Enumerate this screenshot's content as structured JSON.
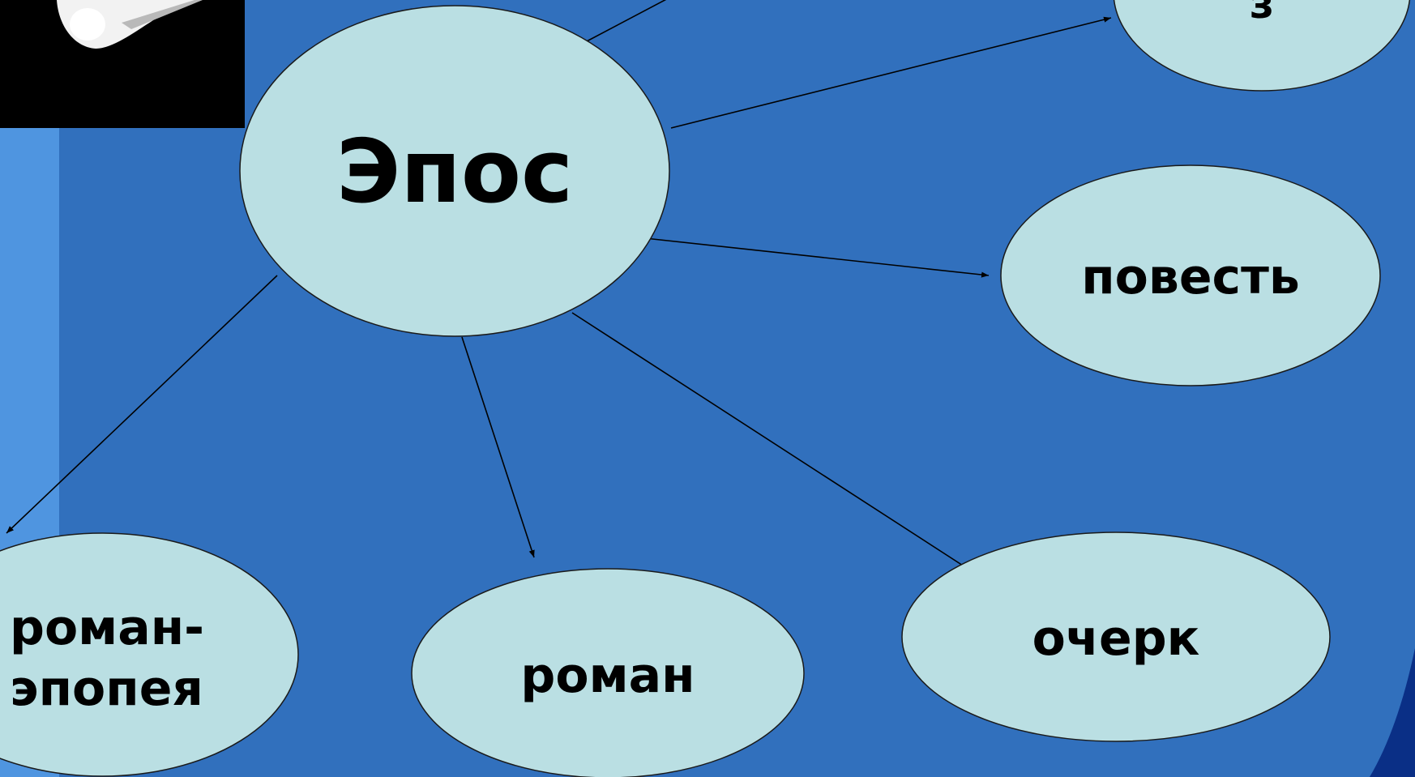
{
  "colors": {
    "background": "#3170bd",
    "left_stripe": "#4f95e0",
    "node_fill": "#badfe3",
    "node_stroke": "#1a1a1a",
    "arrow": "#000000",
    "corner_image_bg": "#000000",
    "corner_arc": "#0a2f86"
  },
  "decor": {
    "corner_image": "photo-fragment-black-white",
    "corner_arc": "dark-blue-arc"
  },
  "diagram": {
    "center": {
      "id": "epos",
      "label": "Эпос"
    },
    "nodes": [
      {
        "id": "top-right",
        "label": "з"
      },
      {
        "id": "povest",
        "label": "повесть"
      },
      {
        "id": "roman-epopeya",
        "label_line1": "роман-",
        "label_line2": "эпопея"
      },
      {
        "id": "roman",
        "label": "роман"
      },
      {
        "id": "ocherk",
        "label": "очерк"
      }
    ],
    "edges": [
      {
        "from": "epos",
        "to": "top-right"
      },
      {
        "from": "epos",
        "to": "povest"
      },
      {
        "from": "epos",
        "to": "roman-epopeya"
      },
      {
        "from": "epos",
        "to": "roman"
      },
      {
        "from": "epos",
        "to": "ocherk"
      },
      {
        "from": "epos",
        "to": "offscreen-top"
      }
    ]
  }
}
